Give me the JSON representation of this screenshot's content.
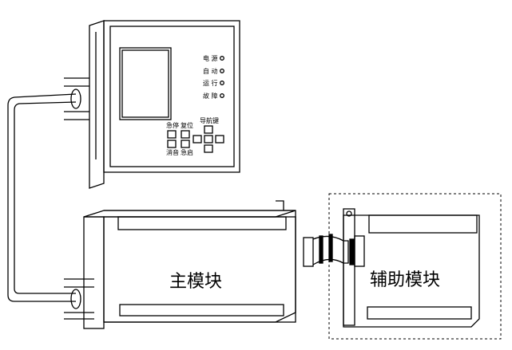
{
  "panel": {
    "indicators": [
      "电 源",
      "自 动",
      "运 行",
      "故 障"
    ],
    "buttons": {
      "estop": "急停",
      "reset": "复位",
      "mute": "消音",
      "estart": "急启"
    },
    "nav_label": "导航键"
  },
  "main_module": {
    "label": "主模块"
  },
  "aux_module": {
    "label": "辅助模块"
  }
}
